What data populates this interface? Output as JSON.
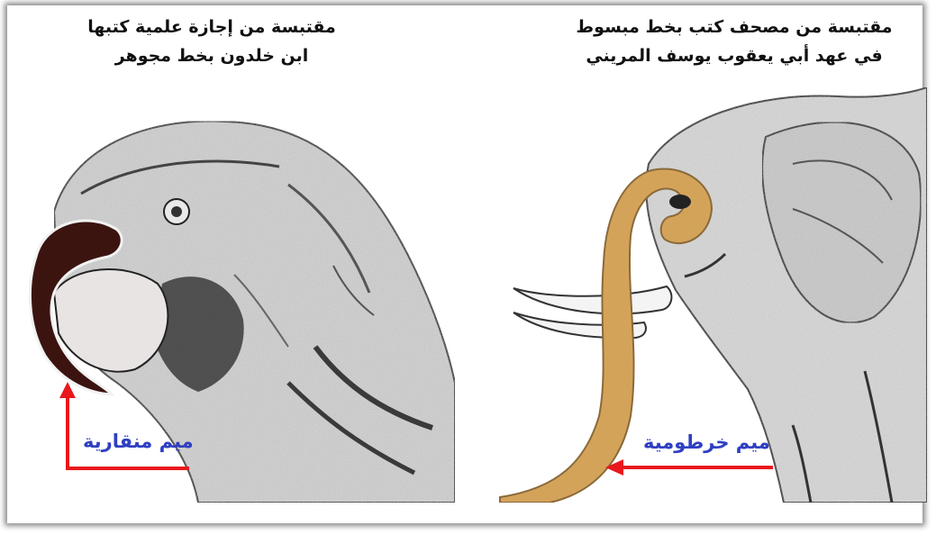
{
  "captions": {
    "left_line1": "مقتبسة من إجازة علمية كتبها",
    "left_line2": "ابن خلدون بخط مجوهر",
    "right_line1": "مقتبسة من مصحف كتب بخط مبسوط",
    "right_line2": "في عهد أبي يعقوب يوسف المريني"
  },
  "labels": {
    "beak_mim": "ميم منقارية",
    "trunk_mim": "ميم خرطومية"
  },
  "colors": {
    "label_text": "#2f3fc2",
    "arrow": "#e8181c",
    "trunk_highlight": "#d4a35a",
    "beak_highlight": "#3b1410"
  }
}
